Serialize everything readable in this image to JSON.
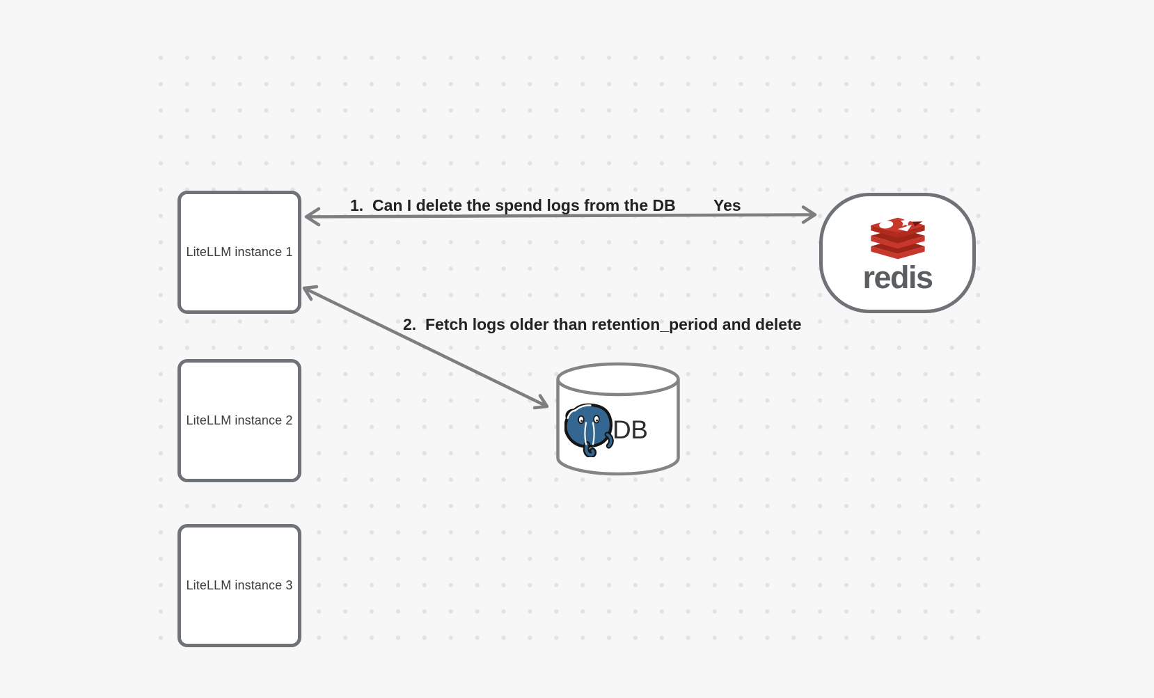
{
  "canvas": {
    "kind": "whiteboard-diagram"
  },
  "nodes": {
    "litellm_instances": [
      {
        "label": "LiteLLM instance 1"
      },
      {
        "label": "LiteLLM instance 2"
      },
      {
        "label": "LiteLLM instance 3"
      }
    ],
    "redis": {
      "wordmark": "redis"
    },
    "database": {
      "label": "DB"
    }
  },
  "annotations": {
    "step1": {
      "text": "1.  Can I delete the spend logs from the DB",
      "answer": "Yes"
    },
    "step2": {
      "text": "2.  Fetch logs older than retention_period and delete"
    }
  },
  "colors": {
    "canvas_bg": "#f7f7f8",
    "dot_color": "#e2e2e4",
    "box_border": "#6f7276",
    "arrow_color": "#7c7e80",
    "redis_red": "#c8372c",
    "redis_dark_red": "#9e2417",
    "redis_notch": "#7c150f",
    "postgres_blue": "#336791",
    "label_text": "#212224"
  }
}
